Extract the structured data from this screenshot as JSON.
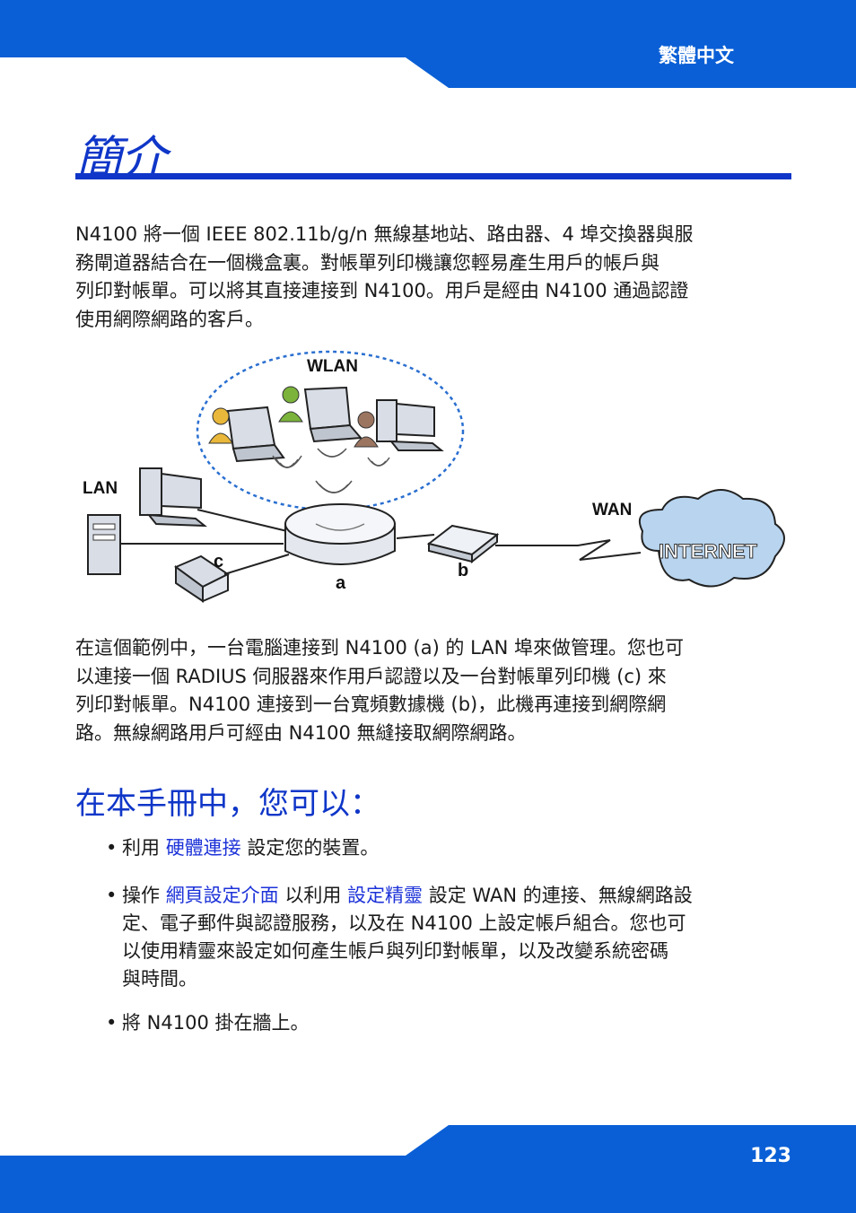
{
  "header": {
    "language_label": "繁體中文"
  },
  "page_title": "簡介",
  "intro_lines": [
    " N4100 將一個 IEEE 802.11b/g/n 無線基地站、路由器、4 埠交換器與服",
    "務閘道器結合在一個機盒裏。對帳單列印機讓您輕易產生用戶的帳戶與",
    "列印對帳單。可以將其直接連接到 N4100。用戶是經由 N4100 通過認證",
    "使用網際網路的客戶。"
  ],
  "diagram": {
    "labels": {
      "wlan": "WLAN",
      "lan": "LAN",
      "wan": "WAN",
      "internet": "INTERNET",
      "a": "a",
      "b": "b",
      "c": "c"
    }
  },
  "description_lines": [
    "在這個範例中，一台電腦連接到 N4100 (a) 的 LAN 埠來做管理。您也可",
    "以連接一個 RADIUS 伺服器來作用戶認證以及一台對帳單列印機 (c) 來",
    "列印對帳單。N4100  連接到一台寬頻數據機 (b)，此機再連接到網際網",
    "路。無線網路用戶可經由 N4100 無縫接取網際網路。"
  ],
  "section_heading": "在本手冊中，您可以：",
  "bullets": {
    "dot": "•",
    "b1": {
      "pre": "利用 ",
      "link": "硬體連接",
      "post": " 設定您的裝置。"
    },
    "b2": {
      "pre": "操作 ",
      "link1": "網頁設定介面",
      "mid": " 以利用 ",
      "link2": "設定精靈",
      "post": " 設定 WAN 的連接、無線網路設",
      "lines": [
        "定、電子郵件與認證服務，以及在 N4100 上設定帳戶組合。您也可",
        "以使用精靈來設定如何產生帳戶與列印對帳單，以及改變系統密碼",
        "與時間。"
      ]
    },
    "b3": {
      "text": "將 N4100 掛在牆上。"
    }
  },
  "footer": {
    "page_number": "123"
  },
  "colors": {
    "banner": "#0a5fd6",
    "title": "#0f36c8",
    "link": "#1c32d8"
  }
}
